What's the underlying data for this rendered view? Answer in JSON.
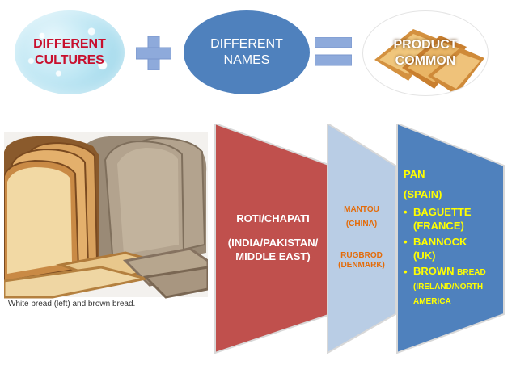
{
  "top": {
    "cultures": [
      "DIFFERENT",
      "CULTURES"
    ],
    "names": [
      "DIFFERENT",
      "NAMES"
    ],
    "product": [
      "PRODUCT",
      "COMMON"
    ]
  },
  "photo": {
    "caption": "White bread (left) and brown bread."
  },
  "panels": {
    "roti": {
      "title": "ROTI/CHAPATI",
      "countries": [
        "(INDIA/PAKISTAN/",
        "MIDDLE EAST)"
      ]
    },
    "middle": {
      "mantou": "MANTOU",
      "china": "(CHINA)",
      "rugbrod": "RUGBROD",
      "denmark": "(DENMARK)"
    },
    "right": {
      "pan": "PAN",
      "spain": "(SPAIN)",
      "bullet": "•",
      "items": [
        {
          "line1": "BAGUETTE",
          "line2": "(FRANCE)"
        },
        {
          "line1": "BANNOCK",
          "line2": "(UK)"
        },
        {
          "line1": "BROWN",
          "line1_small": "BREAD",
          "line2": "(IRELAND/NORTH",
          "line3": "AMERICA"
        }
      ]
    }
  },
  "colors": {
    "red_panel": "#c0504d",
    "light_panel": "#b9cde5",
    "blue_panel": "#4f81bd",
    "yellow_text": "#ffff00",
    "orange_text": "#e46c0a",
    "plus_blue": "#8eaadb",
    "equals_blue": "#8eaadb"
  }
}
